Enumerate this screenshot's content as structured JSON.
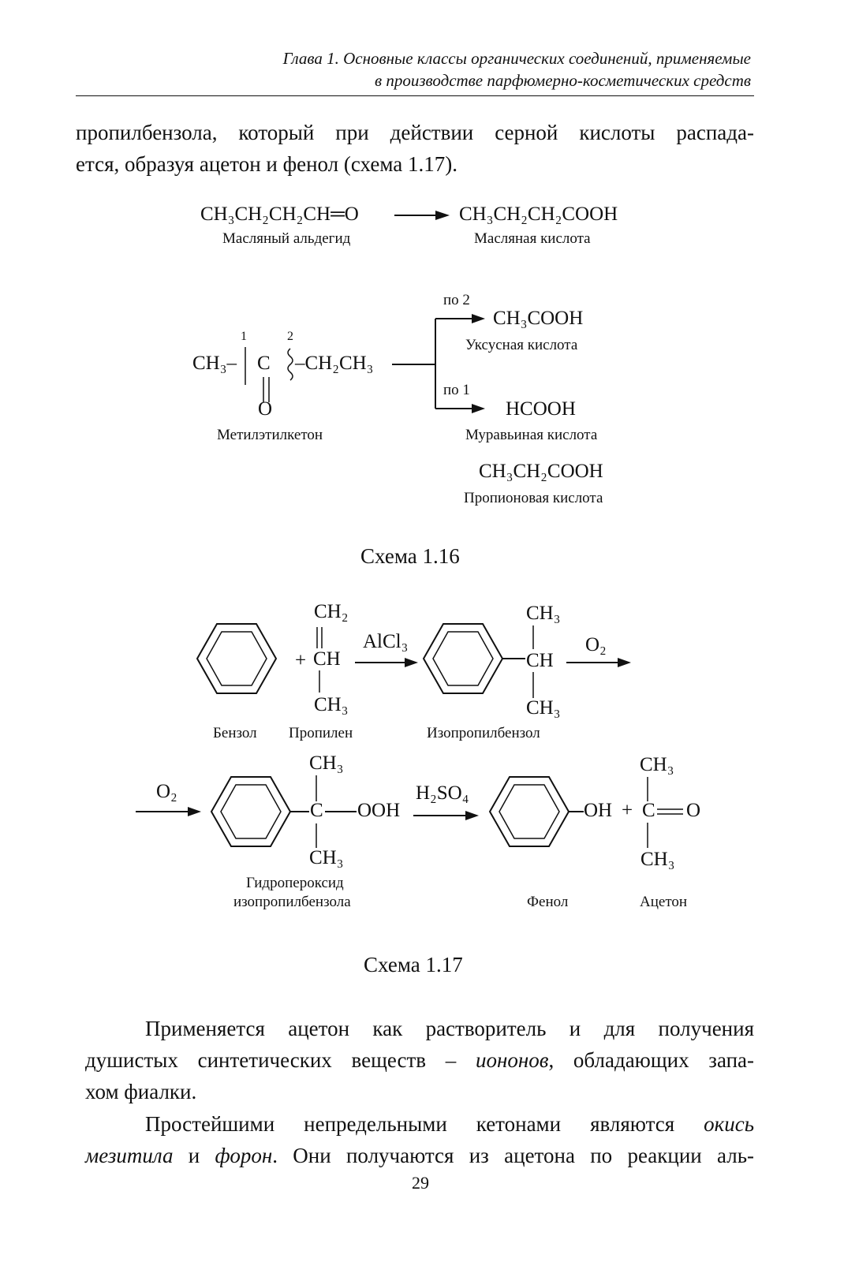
{
  "header": {
    "line1": "Глава 1. Основные классы органических соединений, применяемые",
    "line2": "в производстве парфюмерно-косметических средств"
  },
  "intro": {
    "line1": "пропилбензола, который при действии серной кислоты распада-",
    "line2": "ется, образуя ацетон и фенол (схема 1.17)."
  },
  "scheme16": {
    "reactant1": {
      "formula": "CH₃CH₂CH₂CH═O",
      "name": "Масляный альдегид"
    },
    "product1": {
      "formula": "CH₃CH₂CH₂COOH",
      "name": "Масляная кислота"
    },
    "ketone": {
      "left": "CH₃–",
      "carbonyl_c": "C",
      "right": "–CH₂CH₃",
      "oxygen": "O",
      "num1": "1",
      "num2": "2",
      "name": "Метилэтилкетон"
    },
    "branch_top_label": "по 2",
    "branch_bottom_label": "по 1",
    "acetic": {
      "formula": "CH₃COOH",
      "name": "Уксусная кислота"
    },
    "formic": {
      "formula": "HCOOH",
      "name": "Муравьиная кислота"
    },
    "propionic": {
      "formula": "CH₃CH₂COOH",
      "name": "Пропионовая кислота"
    },
    "title": "Схема 1.16"
  },
  "scheme17": {
    "benzene_name": "Бензол",
    "propylene": {
      "top": "CH₂",
      "mid": "CH",
      "bottom": "CH₃",
      "plus": "+",
      "name": "Пропилен"
    },
    "catalyst": "AlCl₃",
    "cumene": {
      "top": "CH₃",
      "mid": "CH",
      "bottom": "CH₃",
      "name": "Изопропилбензол"
    },
    "oxidant": "O₂",
    "oxidant2": "O₂",
    "hydroperoxide": {
      "top": "CH₃",
      "c": "C",
      "group": "OOH",
      "bottom": "CH₃",
      "name1": "Гидропероксид",
      "name2": "изопропилбензола"
    },
    "acid": "H₂SO₄",
    "phenol": {
      "group": "OH",
      "name": "Фенол"
    },
    "plus2": "+",
    "acetone": {
      "top": "CH₃",
      "c": "C",
      "o": "O",
      "bottom": "CH₃",
      "name": "Ацетон"
    },
    "title": "Схема 1.17"
  },
  "para1": {
    "line1": "Применяется ацетон как растворитель и для получения",
    "line2_a": "душистых синтетических веществ – ",
    "line2_em": "иононов",
    "line2_b": ", обладающих запа-",
    "line3": "хом фиалки."
  },
  "para2": {
    "line1_a": "Простейшими непредельными кетонами являются ",
    "line1_em": "окись",
    "line2_em1": "мезитила",
    "line2_a": " и ",
    "line2_em2": "форон",
    "line2_b": ". Они получаются из ацетона по реакции аль-"
  },
  "page_number": "29"
}
